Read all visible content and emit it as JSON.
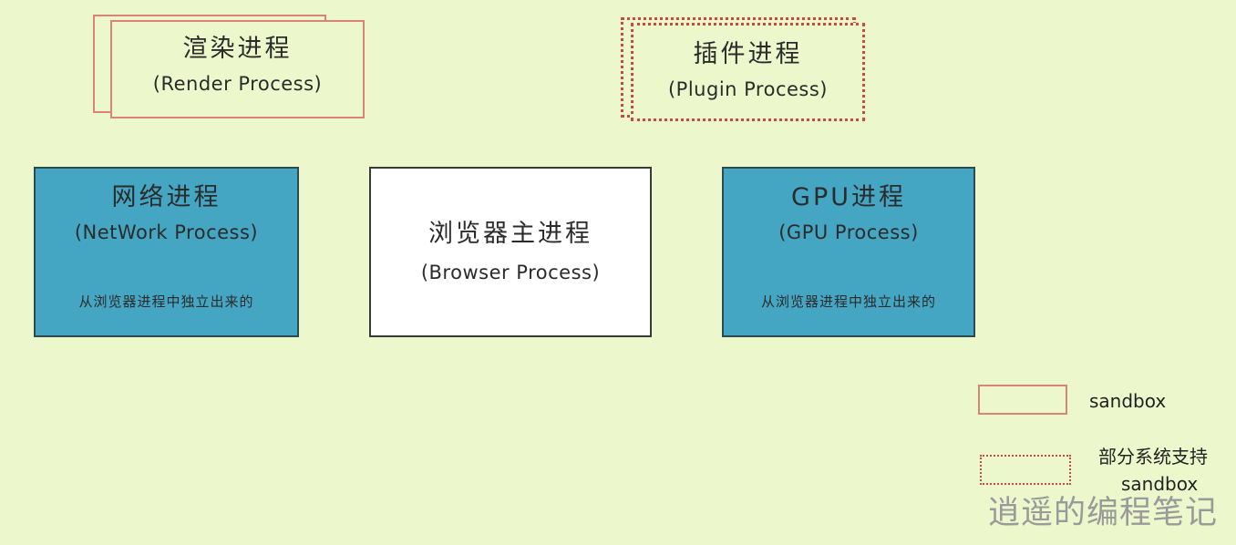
{
  "colors": {
    "background": "#ecf8cc",
    "sandbox_border": "#d98476",
    "partial_sandbox_border": "#c94a42",
    "process_blue": "#44a6c2",
    "browser_fill": "#ffffff"
  },
  "render_process": {
    "title": "渲染进程",
    "subtitle": "(Render Process)"
  },
  "plugin_process": {
    "title": "插件进程",
    "subtitle": "(Plugin Process)"
  },
  "network_process": {
    "title": "网络进程",
    "subtitle": "(NetWork Process)",
    "note": "从浏览器进程中独立出来的"
  },
  "browser_process": {
    "title": "浏览器主进程",
    "subtitle": "(Browser Process)"
  },
  "gpu_process": {
    "title": "GPU进程",
    "subtitle": "(GPU Process)",
    "note": "从浏览器进程中独立出来的"
  },
  "legend": {
    "solid_label": "sandbox",
    "dotted_label_line1": "部分系统支持",
    "dotted_label_line2": "sandbox"
  },
  "watermark": "逍遥的编程笔记"
}
